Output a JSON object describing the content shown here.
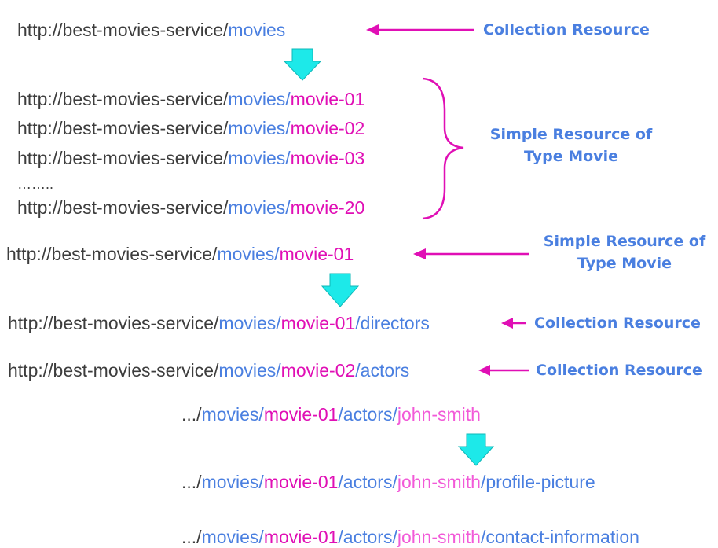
{
  "colors": {
    "base": "#3d3d3d",
    "collection": "#4a7fe0",
    "item": "#e00fb5",
    "sub_item": "#f25ad8",
    "arrow": "#e00fb5",
    "down_arrow_fill": "#1de9e9",
    "down_arrow_stroke": "#0fb8b8"
  },
  "urls": {
    "movies": {
      "base": "http://best-movies-service/",
      "collection": "movies"
    },
    "movie_01": {
      "base": "http://best-movies-service/",
      "collection": "movies/",
      "item": "movie-01"
    },
    "movie_02": {
      "base": "http://best-movies-service/",
      "collection": "movies/",
      "item": "movie-02"
    },
    "movie_03": {
      "base": "http://best-movies-service/",
      "collection": "movies/",
      "item": "movie-03"
    },
    "ellipsis": "……..",
    "movie_20": {
      "base": "http://best-movies-service/",
      "collection": "movies/",
      "item": "movie-20"
    },
    "single_movie": {
      "base": "http://best-movies-service/",
      "collection": "movies/",
      "item": "movie-01"
    },
    "directors": {
      "base": "http://best-movies-service/",
      "collection": "movies/",
      "item": "movie-01",
      "sub_collection": "/directors"
    },
    "actors": {
      "base": "http://best-movies-service/",
      "collection": "movies/",
      "item": "movie-02",
      "sub_collection": "/actors"
    },
    "john_smith": {
      "prefix": ".../",
      "collection": "movies/",
      "item": "movie-01",
      "mid": "/actors/",
      "sub_item": "john-smith"
    },
    "profile_picture": {
      "prefix": ".../",
      "collection": "movies/",
      "item": "movie-01",
      "mid": "/actors/",
      "sub_item": "john-smith",
      "tail": "/profile-picture"
    },
    "contact_information": {
      "prefix": ".../",
      "collection": "movies/",
      "item": "movie-01",
      "mid": "/actors/",
      "sub_item": "john-smith",
      "tail": "/contact-information"
    }
  },
  "labels": {
    "collection_1": "Collection Resource",
    "simple_group_line1": "Simple Resource of",
    "simple_group_line2": "Type Movie",
    "simple_single_line1": "Simple Resource of",
    "simple_single_line2": "Type Movie",
    "collection_directors": "Collection Resource",
    "collection_actors": "Collection Resource"
  }
}
